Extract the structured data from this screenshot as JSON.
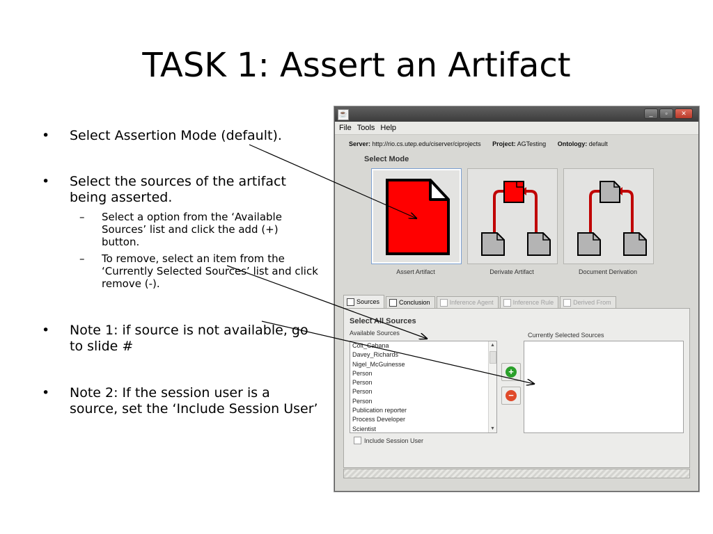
{
  "slide": {
    "title": "TASK 1: Assert an Artifact",
    "bullets": {
      "b1": "Select Assertion Mode (default).",
      "b2": "Select the sources of the artifact being asserted.",
      "b2_sub1": "Select a option from the ‘Available Sources’ list and click the add (+) button.",
      "b2_sub2": "To remove, select an item from the ‘Currently Selected Sources’ list and click remove (-).",
      "b3": "Note 1: if source is not available, go to slide #",
      "b4": "Note 2: If the session user is a source, set the ‘Include Session User’"
    }
  },
  "app": {
    "menu": [
      "File",
      "Tools",
      "Help"
    ],
    "server_label": "Server:",
    "server_value": "http://rio.cs.utep.edu/ciserver/ciprojects",
    "project_label": "Project:",
    "project_value": "AGTesting",
    "ontology_label": "Ontology:",
    "ontology_value": "default",
    "select_mode": "Select Mode",
    "modes": [
      "Assert Artifact",
      "Derivate Artifact",
      "Document Derivation"
    ],
    "tabs": [
      "Sources",
      "Conclusion",
      "Inference Agent",
      "Inference Rule",
      "Derived From"
    ],
    "panel_title": "Select All Sources",
    "available_label": "Available Sources",
    "current_label": "Currently Selected Sources",
    "available_items": [
      "Colt_Cabana",
      "Davey_Richards",
      "Nigel_McGuinesse",
      "Person",
      "Person",
      "Person",
      "Person",
      "Publication reporter",
      "Process Developer",
      "Scientist"
    ],
    "include_session_user": "Include Session User",
    "colors": {
      "red": "#ff0000",
      "gray_doc": "#b4b4b4",
      "add": "#2aa02a",
      "remove": "#e04a2a"
    }
  }
}
